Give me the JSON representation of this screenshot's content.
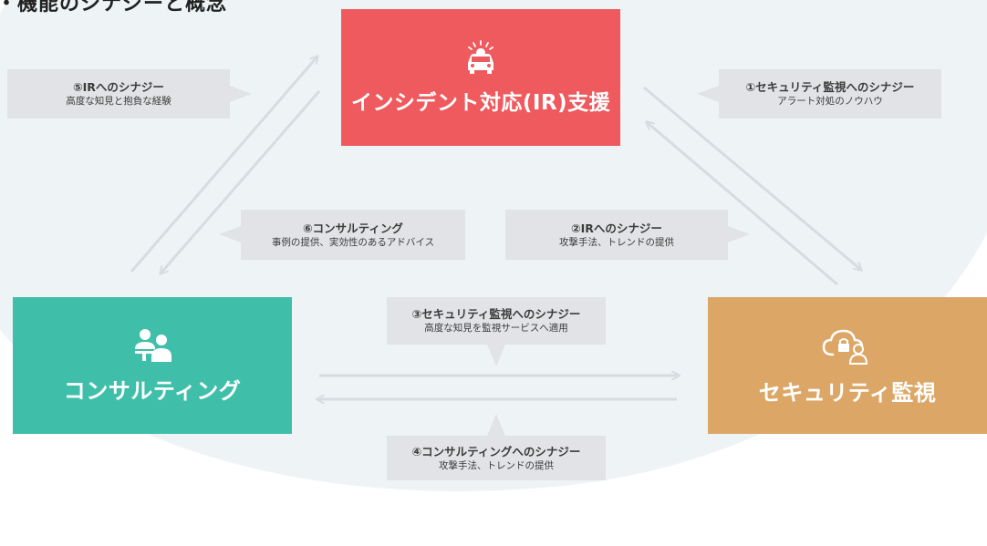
{
  "header": {
    "title": "・機能のシナジーと概念"
  },
  "colors": {
    "ir": "#ee5a5d",
    "consulting": "#3fbfa9",
    "monitoring": "#dca766",
    "callout": "#e1e3e6",
    "arrow": "#d6dcdf"
  },
  "nodes": {
    "ir": {
      "label": "インシデント対応(IR)支援",
      "icon": "siren-car-icon"
    },
    "consulting": {
      "label": "コンサルティング",
      "icon": "people-desk-icon"
    },
    "monitoring": {
      "label": "セキュリティ監視",
      "icon": "cloud-lock-user-icon"
    }
  },
  "synergies": [
    {
      "title": "①セキュリティ監視へのシナジー",
      "subtitle": "アラート対処のノウハウ"
    },
    {
      "title": "②IRへのシナジー",
      "subtitle": "攻撃手法、トレンドの提供"
    },
    {
      "title": "③セキュリティ監視へのシナジー",
      "subtitle": "高度な知見を監視サービスへ適用"
    },
    {
      "title": "④コンサルティングへのシナジー",
      "subtitle": "攻撃手法、トレンドの提供"
    },
    {
      "title": "⑤IRへのシナジー",
      "subtitle": "高度な知見と抱負な経験"
    },
    {
      "title": "⑥コンサルティング",
      "subtitle": "事例の提供、実効性のあるアドバイス"
    }
  ]
}
